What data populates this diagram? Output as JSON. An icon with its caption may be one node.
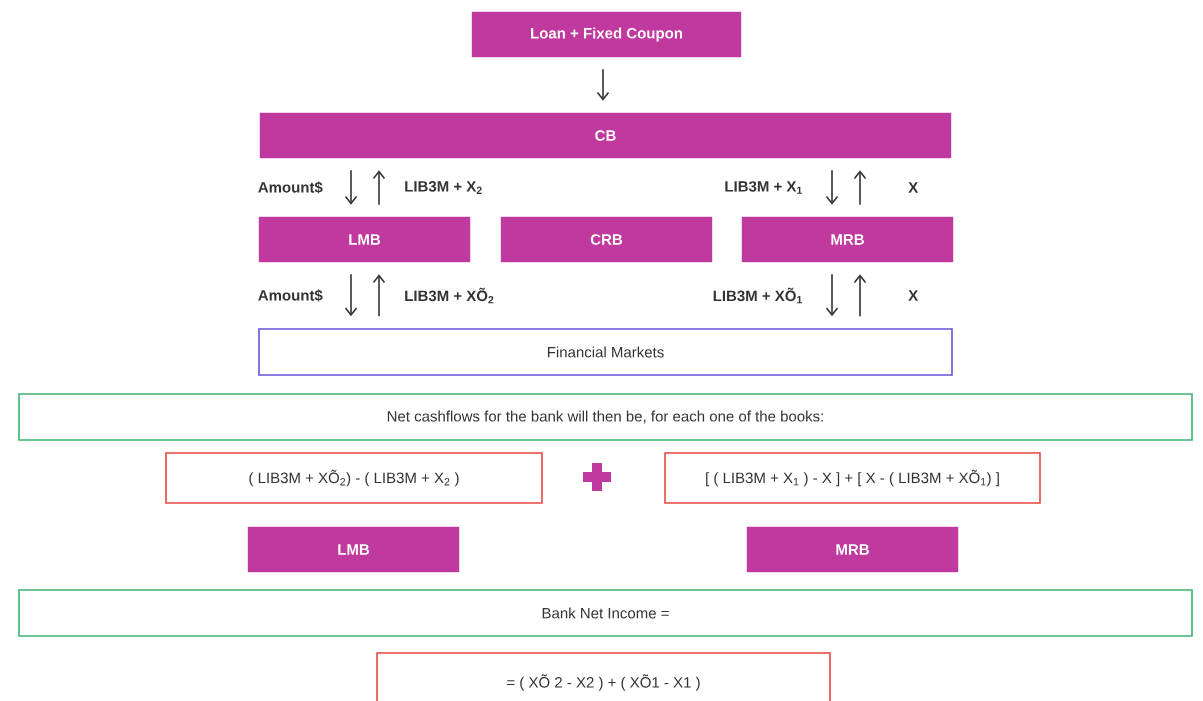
{
  "diagram": {
    "nodes": [
      {
        "text": [
          "Loan + Fixed Coupon"
        ]
      },
      {
        "text": [
          "CB"
        ]
      },
      {
        "text": [
          "LMB"
        ]
      },
      {
        "text": [
          "CRB"
        ]
      },
      {
        "text": [
          "MRB"
        ]
      },
      {
        "text": [
          "Financial Markets"
        ]
      },
      {
        "text": [
          "Net cashflows for the bank will then be, for each one of the books:"
        ]
      },
      {
        "text": [
          "( LIB3M + XÕ$_{2}$) - ( LIB3M + X$_{2}$ )"
        ]
      },
      {
        "text": [
          "[ ( LIB3M + X$_{1}$ ) - X ] + [ X - ( LIB3M + XÕ$_{1}$) ]"
        ]
      },
      {
        "text": [
          "LMB"
        ]
      },
      {
        "text": [
          "MRB"
        ]
      },
      {
        "text": [
          "Bank Net Income ="
        ]
      },
      {
        "text": [
          "= ( XÕ 2 - X2 ) + ( XÕ1 - X1 )"
        ]
      }
    ],
    "edges": [
      {
        "from": 0,
        "to": 1,
        "arrow": "to"
      },
      {
        "from": 1,
        "to": 2,
        "arrow": "to",
        "label": "Amount$"
      },
      {
        "from": 2,
        "to": 1,
        "arrow": "to",
        "label": "LIB3M + X$_{2}$"
      },
      {
        "from": 1,
        "to": 4,
        "arrow": "to",
        "label": "LIB3M + X$_{1}$"
      },
      {
        "from": 4,
        "to": 1,
        "arrow": "to",
        "label": "X"
      },
      {
        "from": 2,
        "to": 5,
        "arrow": "to",
        "label": "Amount$"
      },
      {
        "from": 5,
        "to": 2,
        "arrow": "to",
        "label": "LIB3M + XÕ$_{2}$"
      },
      {
        "from": 4,
        "to": 5,
        "arrow": "to",
        "label": "LIB3M + XÕ$_{1}$"
      },
      {
        "from": 5,
        "to": 4,
        "arrow": "to",
        "label": "X"
      }
    ]
  }
}
